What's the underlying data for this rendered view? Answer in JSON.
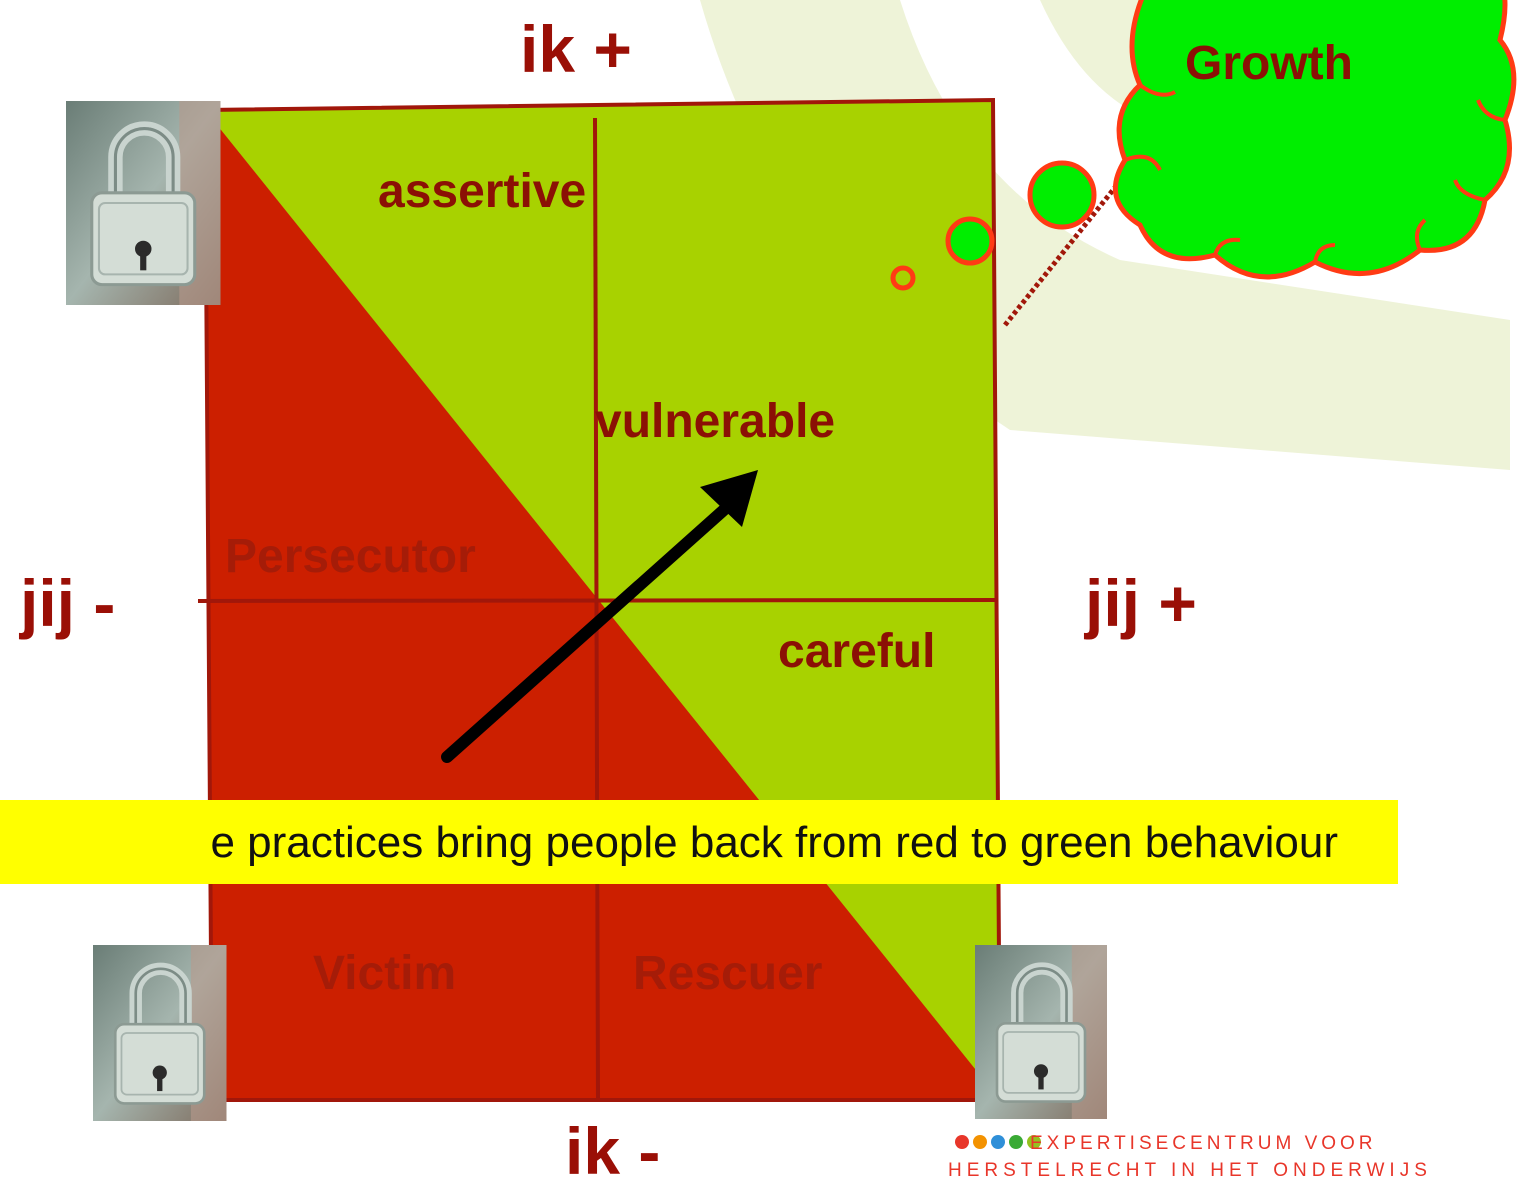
{
  "axes": {
    "top": "ik +",
    "bottom": "ik -",
    "left": "jij -",
    "right": "jij +"
  },
  "quadrants": {
    "assertive": "assertive",
    "vulnerable": "vulnerable",
    "careful": "careful",
    "persecutor": "Persecutor",
    "victim": "Victim",
    "rescuer": "Rescuer"
  },
  "thought_bubble": "Growth",
  "banner": "e practices bring people back from red to green behaviour",
  "footer": {
    "line1": "EXPERTISECENTRUM VOOR",
    "line2": "HERSTELRECHT IN HET ONDERWIJS",
    "dot_colors": [
      "#e8362a",
      "#f39200",
      "#2f8fd8",
      "#3aaa35",
      "#95c11f"
    ]
  },
  "colors": {
    "green_zone": "#a8d200",
    "red_zone": "#cc1f00",
    "border": "#a1170a",
    "bubble": "#00ee00",
    "bubble_outline": "#ff3b14",
    "background_arc": "#eef3d8",
    "banner": "#ffff00",
    "arrow": "#000000"
  }
}
